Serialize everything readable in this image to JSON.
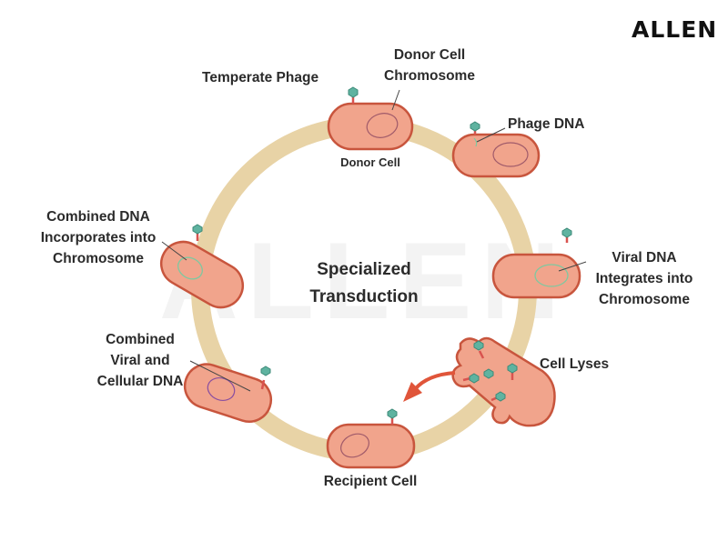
{
  "brand": "ALLEN",
  "title_line1": "Specialized",
  "title_line2": "Transduction",
  "labels": {
    "temperate_phage": "Temperate Phage",
    "donor_chromosome_1": "Donor Cell",
    "donor_chromosome_2": "Chromosome",
    "donor_cell": "Donor Cell",
    "phage_dna": "Phage DNA",
    "viral_integrates_1": "Viral DNA",
    "viral_integrates_2": "Integrates into",
    "viral_integrates_3": "Chromosome",
    "cell_lyses": "Cell Lyses",
    "recipient_cell": "Recipient Cell",
    "combined_viral_1": "Combined",
    "combined_viral_2": "Viral and",
    "combined_viral_3": "Cellular DNA",
    "combined_dna_1": "Combined DNA",
    "combined_dna_2": "Incorporates into",
    "combined_dna_3": "Chromosome"
  },
  "colors": {
    "ring": "#e8d3a6",
    "cell_fill": "#f1a48c",
    "cell_stroke": "#c8553d",
    "chromosome": "#a05a6a",
    "phage_head": "#5fb3a0",
    "phage_tail": "#d9534f",
    "arrow": "#e0553a",
    "viral_dna": "#7fc8a0"
  }
}
